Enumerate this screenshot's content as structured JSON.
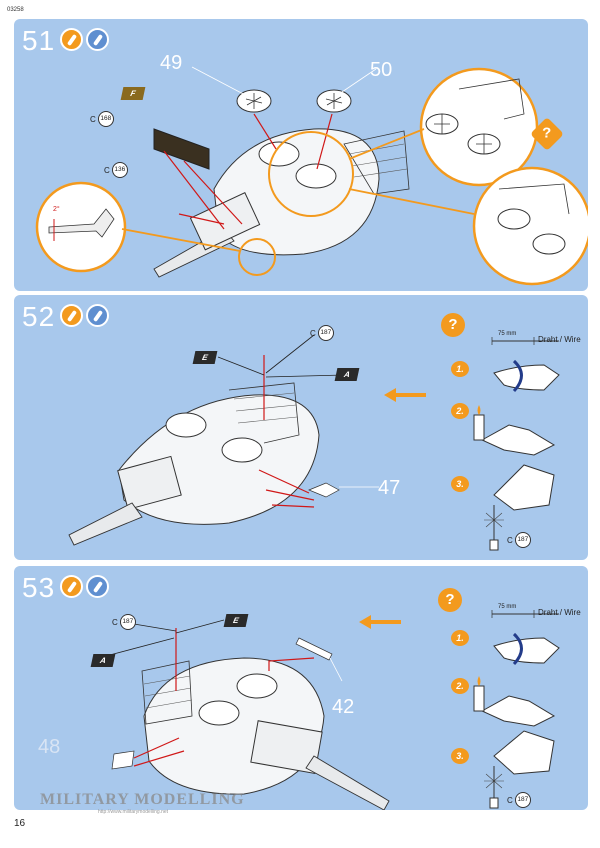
{
  "header": {
    "doc_code": "03258"
  },
  "footer": {
    "page_number": "16"
  },
  "colors": {
    "panel_bg": "#a8c8ec",
    "accent_orange": "#f39a1e",
    "arrow_red": "#d01818",
    "paint_blue": "#5f8fd0"
  },
  "steps": [
    {
      "number": "51",
      "icons": [
        "glue-icon",
        "paint-icon"
      ],
      "part_numbers": [
        "49",
        "50"
      ],
      "color_refs": [
        "168",
        "136"
      ],
      "color_prefix": "C",
      "flag": "F",
      "angle": "2°",
      "help_icon": "?"
    },
    {
      "number": "52",
      "icons": [
        "glue-icon",
        "paint-icon"
      ],
      "part_numbers": [
        "47"
      ],
      "color_refs": [
        "187"
      ],
      "color_prefix": "C",
      "flags": [
        "E",
        "A"
      ],
      "wire": {
        "help_icon": "?",
        "length": "75 mm",
        "label": "Draht / Wire",
        "substeps": [
          "1.",
          "2.",
          "3."
        ],
        "color_ref": "187"
      }
    },
    {
      "number": "53",
      "icons": [
        "glue-icon",
        "paint-icon"
      ],
      "part_numbers": [
        "42",
        "48"
      ],
      "color_refs": [
        "187"
      ],
      "color_prefix": "C",
      "flags": [
        "E",
        "A"
      ],
      "wire": {
        "help_icon": "?",
        "length": "75 mm",
        "label": "Draht / Wire",
        "substeps": [
          "1.",
          "2.",
          "3."
        ],
        "color_ref": "187"
      }
    }
  ],
  "watermark": {
    "text": "MILITARY MODELLING",
    "url": "http://www.militarymodelling.net"
  }
}
